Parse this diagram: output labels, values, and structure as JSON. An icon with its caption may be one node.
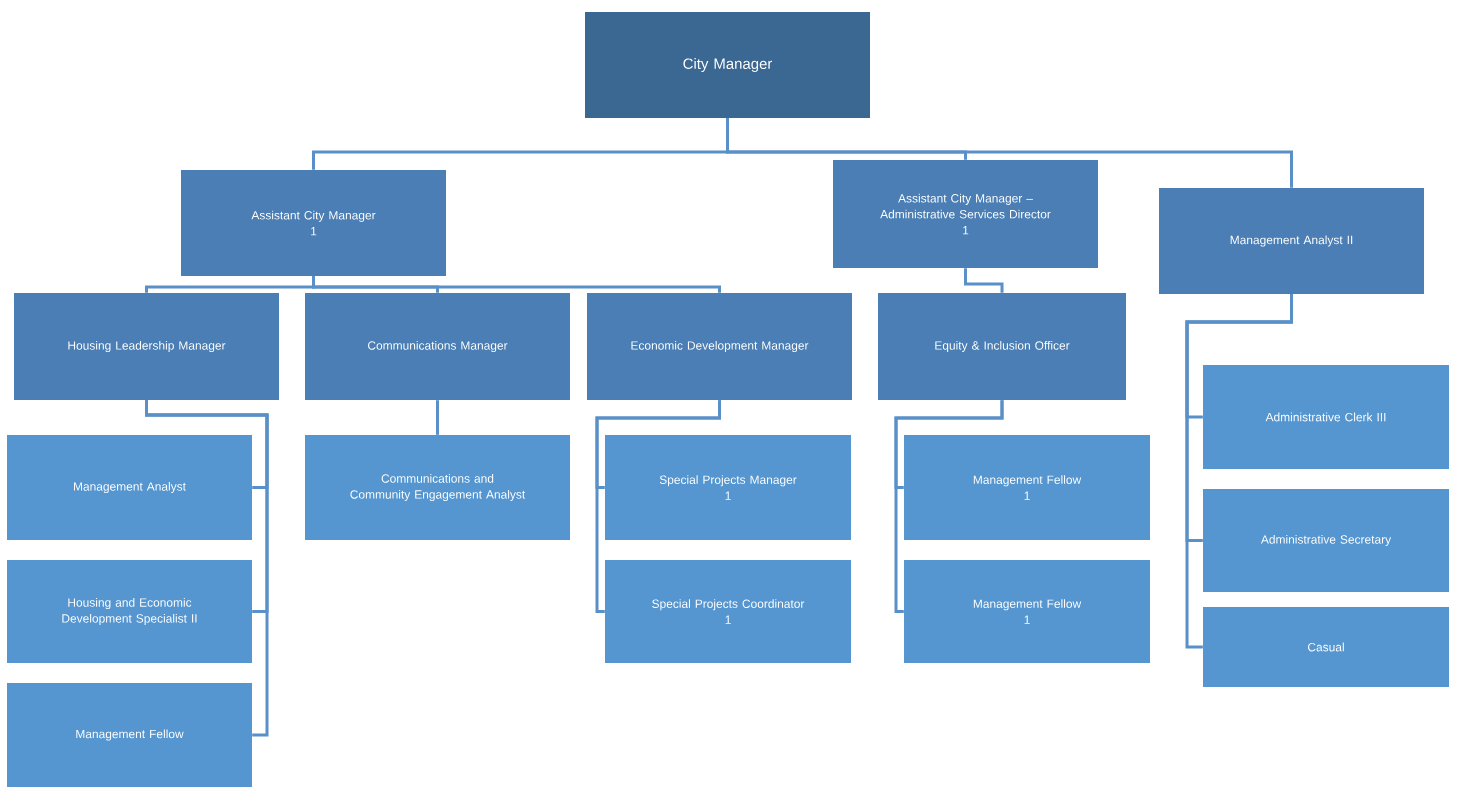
{
  "diagram": {
    "nodes": [
      {
        "text": [
          "City Manager"
        ]
      },
      {
        "text": [
          "Assistant City Manager",
          "1"
        ]
      },
      {
        "text": [
          "Assistant City Manager – Administrative Services Director",
          "1"
        ]
      },
      {
        "text": [
          "Management Analyst II"
        ]
      },
      {
        "text": [
          "Housing Leadership Manager"
        ]
      },
      {
        "text": [
          "Communications Manager"
        ]
      },
      {
        "text": [
          "Economic Development Manager"
        ]
      },
      {
        "text": [
          "Equity & Inclusion Officer"
        ]
      },
      {
        "text": [
          "Management Analyst"
        ]
      },
      {
        "text": [
          "Housing and Economic Development Specialist II"
        ]
      },
      {
        "text": [
          "Management Fellow"
        ]
      },
      {
        "text": [
          "Communications and Community Engagement Analyst"
        ]
      },
      {
        "text": [
          "Special Projects Manager",
          "1"
        ]
      },
      {
        "text": [
          "Special Projects Coordinator",
          "1"
        ]
      },
      {
        "text": [
          "Management Fellow",
          "1"
        ]
      },
      {
        "text": [
          "Management Fellow",
          "1"
        ]
      },
      {
        "text": [
          "Administrative Clerk III"
        ]
      },
      {
        "text": [
          "Administrative Secretary"
        ]
      },
      {
        "text": [
          "Casual"
        ]
      }
    ],
    "edges": [
      {
        "from": 0,
        "to": 1,
        "arrow": "none"
      },
      {
        "from": 0,
        "to": 2,
        "arrow": "none"
      },
      {
        "from": 0,
        "to": 3,
        "arrow": "none"
      },
      {
        "from": 1,
        "to": 4,
        "arrow": "none"
      },
      {
        "from": 1,
        "to": 5,
        "arrow": "none"
      },
      {
        "from": 1,
        "to": 6,
        "arrow": "none"
      },
      {
        "from": 2,
        "to": 7,
        "arrow": "none"
      },
      {
        "from": 4,
        "to": 8,
        "arrow": "none"
      },
      {
        "from": 4,
        "to": 9,
        "arrow": "none"
      },
      {
        "from": 4,
        "to": 10,
        "arrow": "none"
      },
      {
        "from": 5,
        "to": 11,
        "arrow": "none"
      },
      {
        "from": 6,
        "to": 12,
        "arrow": "none"
      },
      {
        "from": 6,
        "to": 13,
        "arrow": "none"
      },
      {
        "from": 7,
        "to": 14,
        "arrow": "none"
      },
      {
        "from": 7,
        "to": 15,
        "arrow": "none"
      },
      {
        "from": 3,
        "to": 16,
        "arrow": "none"
      },
      {
        "from": 3,
        "to": 17,
        "arrow": "none"
      },
      {
        "from": 3,
        "to": 18,
        "arrow": "none"
      }
    ]
  }
}
